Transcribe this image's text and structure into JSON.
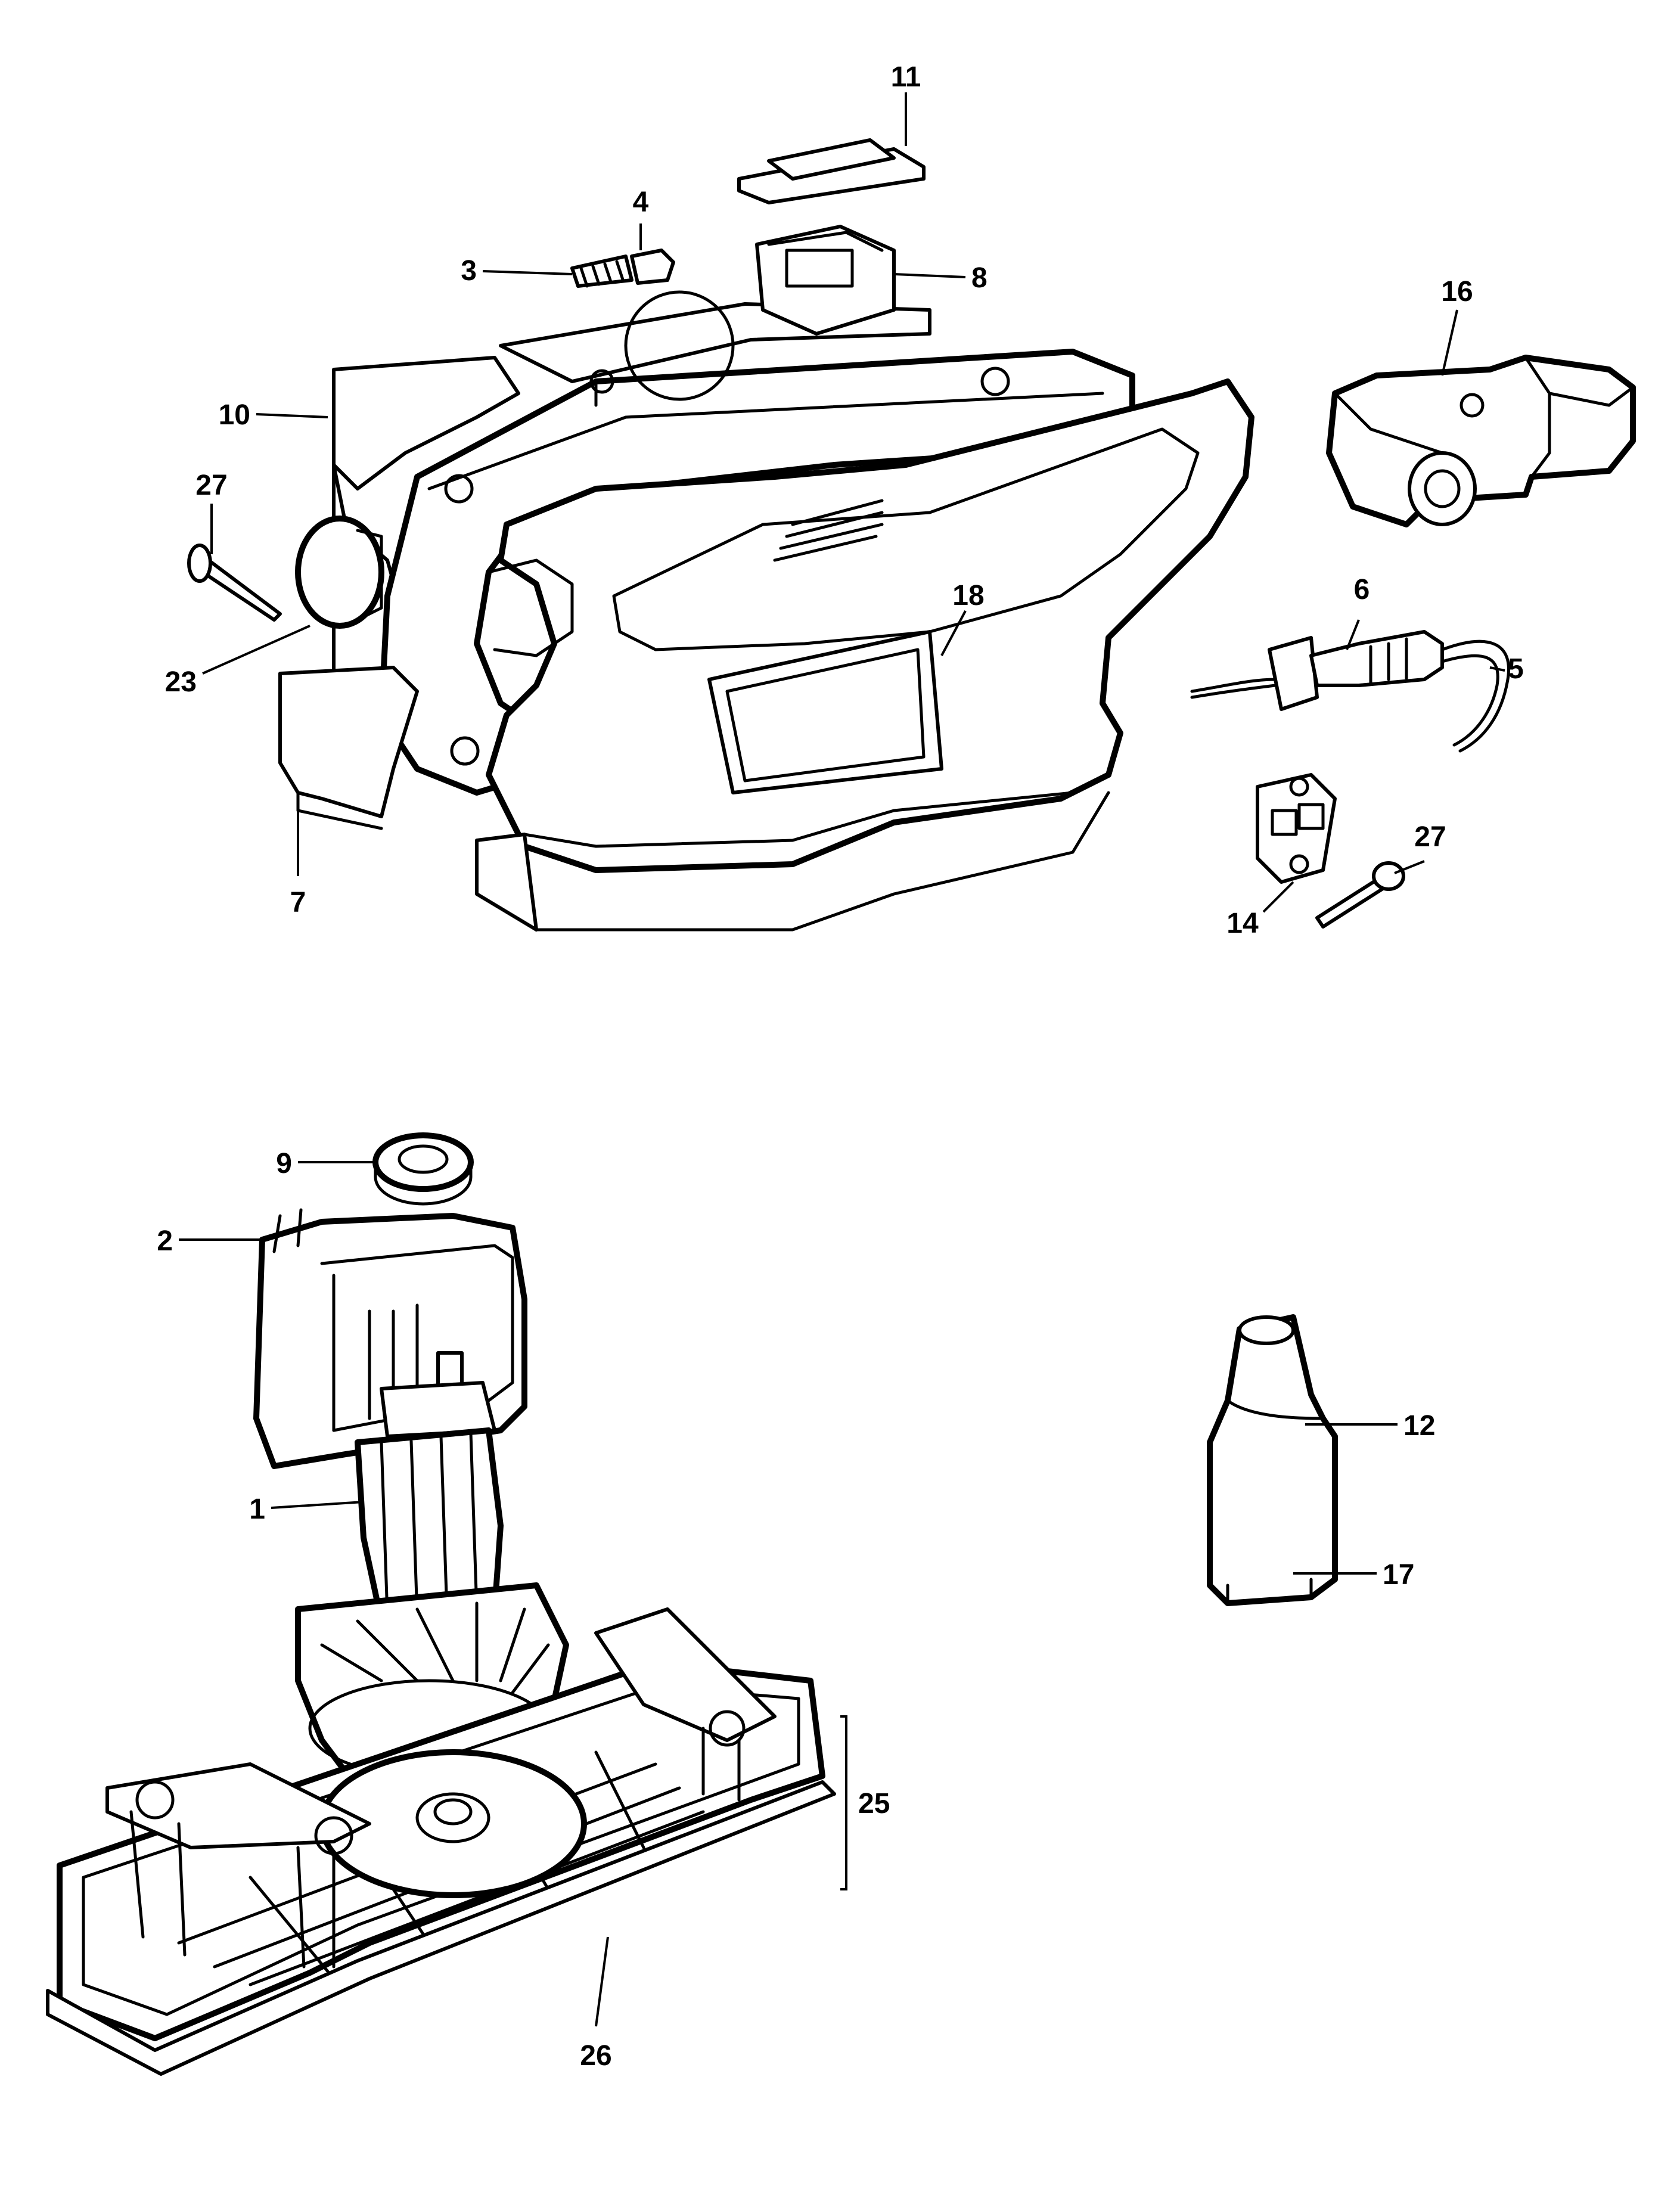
{
  "diagram": {
    "title": "Orbital sander exploded parts diagram",
    "callouts": {
      "c1": "1",
      "c2": "2",
      "c3": "3",
      "c4": "4",
      "c5": "5",
      "c6": "6",
      "c7": "7",
      "c8": "8",
      "c9": "9",
      "c10": "10",
      "c11": "11",
      "c12": "12",
      "c14": "14",
      "c16": "16",
      "c17": "17",
      "c18": "18",
      "c23": "23",
      "c25": "25",
      "c26": "26",
      "c27a": "27",
      "c27b": "27"
    }
  }
}
